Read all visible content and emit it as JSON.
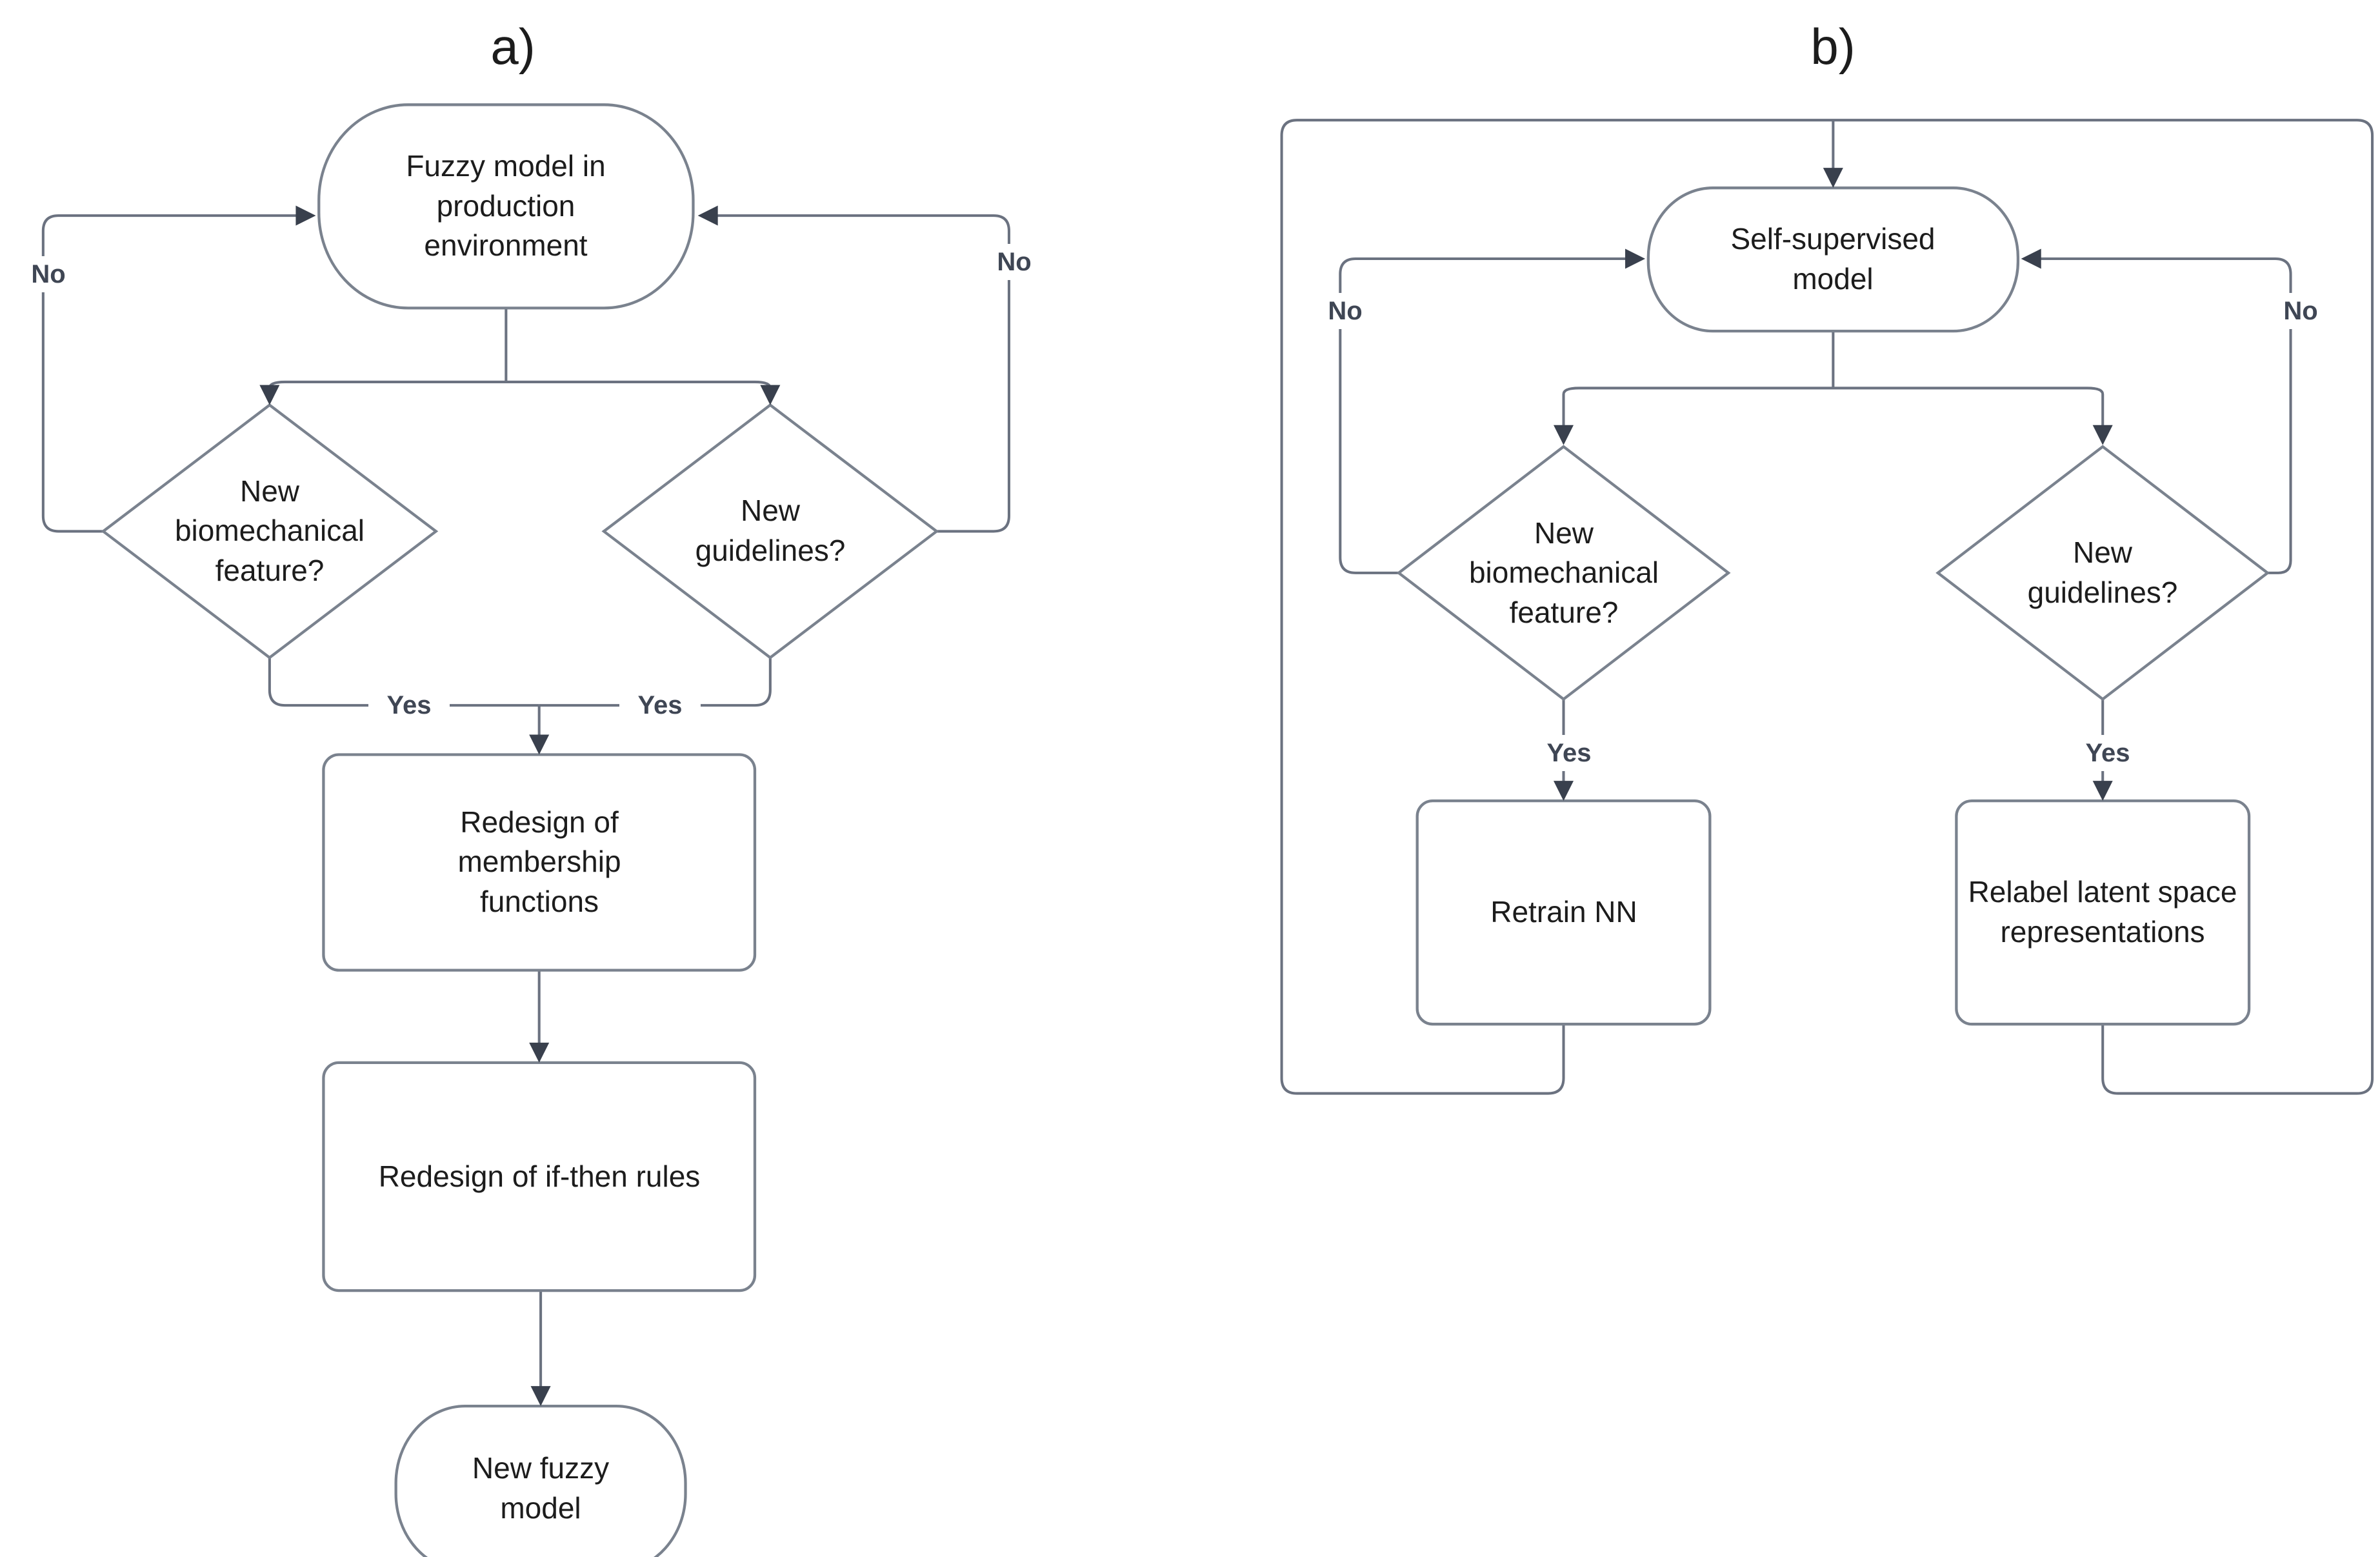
{
  "figure": {
    "panel_a": {
      "title": "a)",
      "nodes": {
        "start": "Fuzzy model in production environment",
        "decision_left": "New biomechanical feature?",
        "decision_right": "New guidelines?",
        "process_1": "Redesign of membership functions",
        "process_2": "Redesign of if-then rules",
        "end": "New fuzzy model"
      },
      "labels": {
        "no_left": "No",
        "no_right": "No",
        "yes_left": "Yes",
        "yes_right": "Yes"
      }
    },
    "panel_b": {
      "title": "b)",
      "nodes": {
        "start": "Self-supervised model",
        "decision_left": "New biomechanical feature?",
        "decision_right": "New guidelines?",
        "process_left": "Retrain NN",
        "process_right": "Relabel latent space representations"
      },
      "labels": {
        "no_left": "No",
        "no_right": "No",
        "yes_left": "Yes",
        "yes_right": "Yes"
      }
    },
    "colors": {
      "line": "#6b7280",
      "arrow": "#39404d",
      "shape_stroke": "#7a828e",
      "text": "#1c1c1c",
      "tag": "#3f4654",
      "background": "#ffffff"
    }
  }
}
